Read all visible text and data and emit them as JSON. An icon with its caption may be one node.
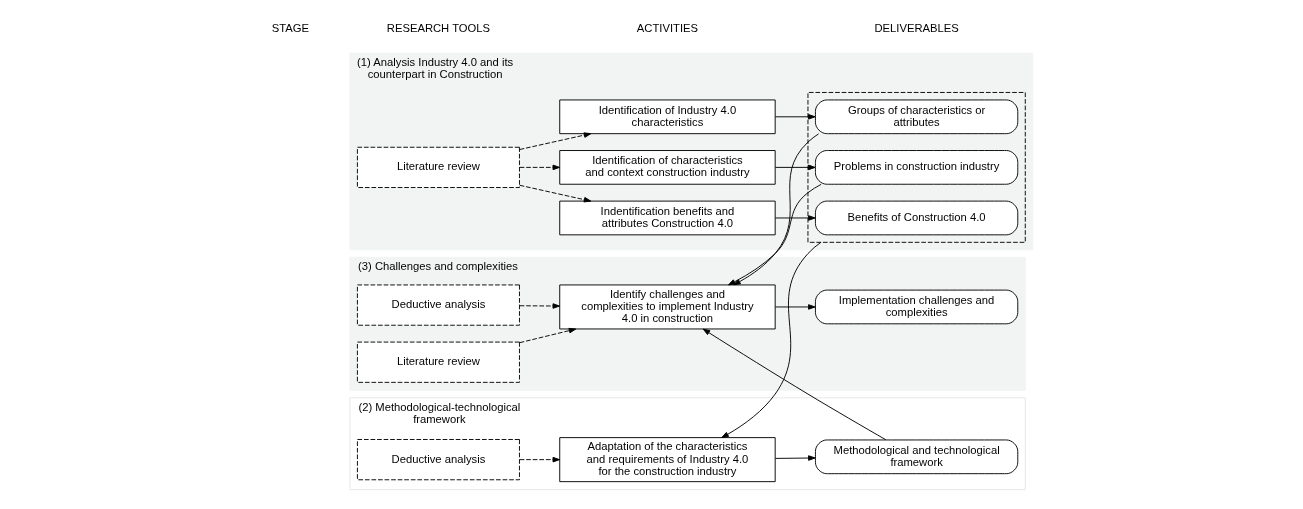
{
  "diagram": {
    "nodes": [
      {
        "text": [
          "(1) Analysis Industry 4.0 and its counterpart in Construction"
        ]
      },
      {
        "text": [
          "Literature review"
        ],
        "in": 0
      },
      {
        "text": [
          "Identification of characteristics and context construction industry"
        ],
        "in": 0
      },
      {
        "text": [
          "Identification of Industry 4.0 characteristics"
        ],
        "in": 0
      },
      {
        "text": [
          "Indentification benefits and attributes Construction 4.0"
        ],
        "in": 0
      },
      {
        "text": [],
        "shape": "box",
        "in": 0
      },
      {
        "text": [
          "Problems in construction industry"
        ],
        "in": 5
      },
      {
        "text": [
          "Groups of characteristics or attributes"
        ],
        "in": 5
      },
      {
        "text": [
          "Benefits of Construction 4.0"
        ],
        "in": 5
      },
      {
        "text": [
          "(2) Methodological-technological framework"
        ]
      },
      {
        "text": [
          "Deductive analysis"
        ],
        "in": 9
      },
      {
        "text": [
          "Adaptation of the characteristics and requirements of Industry 4.0 for the construction industry"
        ],
        "in": 9
      },
      {
        "text": [
          "Methodological and technological framework"
        ],
        "in": 9
      },
      {
        "text": [
          "(3) Challenges and complexities"
        ]
      },
      {
        "text": [
          "Literature review"
        ],
        "in": 13
      },
      {
        "text": [
          "Deductive analysis"
        ],
        "in": 13
      },
      {
        "text": [
          "Identify challenges and complexities to implement Industry 4.0 in construction"
        ],
        "in": 13
      },
      {
        "text": [
          "Implementation challenges and complexities"
        ],
        "in": 13
      }
    ],
    "edges": [
      {
        "from": 1,
        "to": 2,
        "arrow": "to",
        "style": "dashed"
      },
      {
        "from": 1,
        "to": 3,
        "arrow": "to",
        "style": "dashed"
      },
      {
        "from": 1,
        "to": 4,
        "arrow": "to",
        "style": "dashed"
      },
      {
        "from": 2,
        "to": 6,
        "arrow": "to"
      },
      {
        "from": 3,
        "to": 7,
        "arrow": "to"
      },
      {
        "from": 4,
        "to": 8,
        "arrow": "to"
      },
      {
        "from": 5,
        "to": 11,
        "arrow": "to"
      },
      {
        "from": 10,
        "to": 11,
        "arrow": "to",
        "style": "dashed"
      },
      {
        "from": 11,
        "to": 12,
        "arrow": "to"
      },
      {
        "from": 6,
        "to": 16,
        "arrow": "to"
      },
      {
        "from": 7,
        "to": 16,
        "arrow": "to"
      },
      {
        "from": 12,
        "to": 16,
        "arrow": "to"
      },
      {
        "from": 14,
        "to": 16,
        "arrow": "to",
        "style": "dashed"
      },
      {
        "from": 15,
        "to": 16,
        "arrow": "to",
        "style": "dashed"
      },
      {
        "from": 16,
        "to": 17,
        "arrow": "to"
      }
    ],
    "labels": [
      "STAGE",
      "RESEARCH TOOLS",
      "ACTIVITIES",
      "DELIVERABLES"
    ]
  }
}
